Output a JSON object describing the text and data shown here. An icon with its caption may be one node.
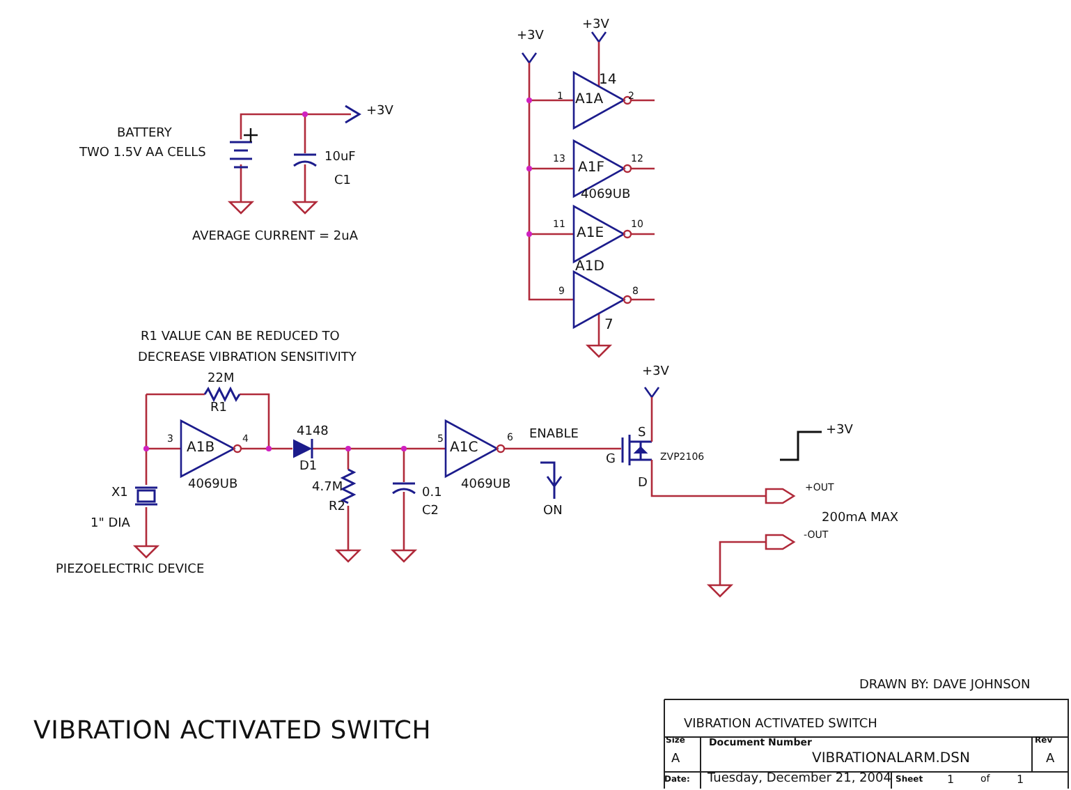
{
  "diagram": {
    "title": "VIBRATION ACTIVATED SWITCH",
    "labels": [
      "+3V",
      "+3V",
      "14",
      "1",
      "A1A",
      "2",
      "+3V",
      "BATTERY",
      "TWO 1.5V AA CELLS",
      "10uF",
      "C1",
      "13",
      "A1F",
      "12",
      "4069UB",
      "11",
      "A1E",
      "10",
      "AVERAGE CURRENT = 2uA",
      "A1D",
      "9",
      "8",
      "7",
      "R1 VALUE CAN BE REDUCED TO",
      "DECREASE VIBRATION SENSITIVITY",
      "+3V",
      "22M",
      "R1",
      "4148",
      "ENABLE",
      "S",
      "+3V",
      "3",
      "A1B",
      "4",
      "D1",
      "5",
      "A1C",
      "6",
      "G",
      "ZVP2106",
      "4069UB",
      "4069UB",
      "D",
      "+OUT",
      "X1",
      "4.7M",
      "0.1",
      "R2",
      "C2",
      "ON",
      "200mA MAX",
      "1\" DIA",
      "-OUT",
      "PIEZOELECTRIC DEVICE",
      "DRAWN BY: DAVE JOHNSON",
      "VIBRATION ACTIVATED SWITCH",
      "Size",
      "Document Number",
      "Rev",
      "A",
      "VIBRATIONALARM.DSN",
      "A",
      "Date:",
      "Tuesday, December 21, 2004",
      "Sheet",
      "1",
      "of",
      "1"
    ]
  }
}
